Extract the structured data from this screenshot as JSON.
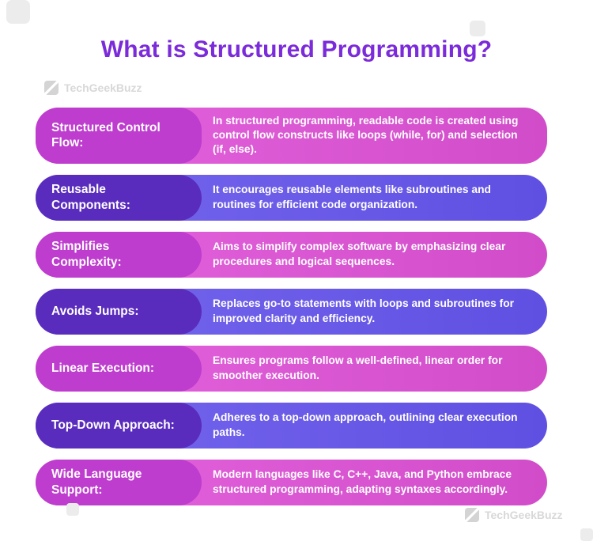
{
  "page": {
    "title": "What is Structured Programming?",
    "watermark_text": "TechGeekBuzz"
  },
  "colors": {
    "title": "#7B2BD9",
    "pink_label": "#BE3CCE",
    "pink_body": "#DC58D3",
    "purple_label": "#5A2CBE",
    "purple_body": "#6C5BE8",
    "row_text": "#FFFFFF",
    "watermark": "#D8D8D8"
  },
  "rows": [
    {
      "theme": "pink",
      "label": "Structured Control Flow:",
      "text": "In structured programming, readable code is created using control flow constructs like loops (while, for) and selection (if, else)."
    },
    {
      "theme": "purple",
      "label": "Reusable Components:",
      "text": "It encourages reusable elements like subroutines and routines for efficient code organization."
    },
    {
      "theme": "pink",
      "label": "Simplifies Complexity:",
      "text": "Aims to simplify complex software by emphasizing clear procedures and logical sequences."
    },
    {
      "theme": "purple",
      "label": "Avoids Jumps:",
      "text": "Replaces go-to statements with loops and subroutines for improved clarity and efficiency."
    },
    {
      "theme": "pink",
      "label": "Linear Execution:",
      "text": "Ensures programs follow a well-defined, linear order for smoother execution."
    },
    {
      "theme": "purple",
      "label": "Top-Down Approach:",
      "text": "Adheres to a top-down approach, outlining clear execution paths."
    },
    {
      "theme": "pink",
      "label": "Wide Language Support:",
      "text": "Modern languages like C, C++, Java, and Python embrace structured programming, adapting syntaxes accordingly."
    }
  ]
}
